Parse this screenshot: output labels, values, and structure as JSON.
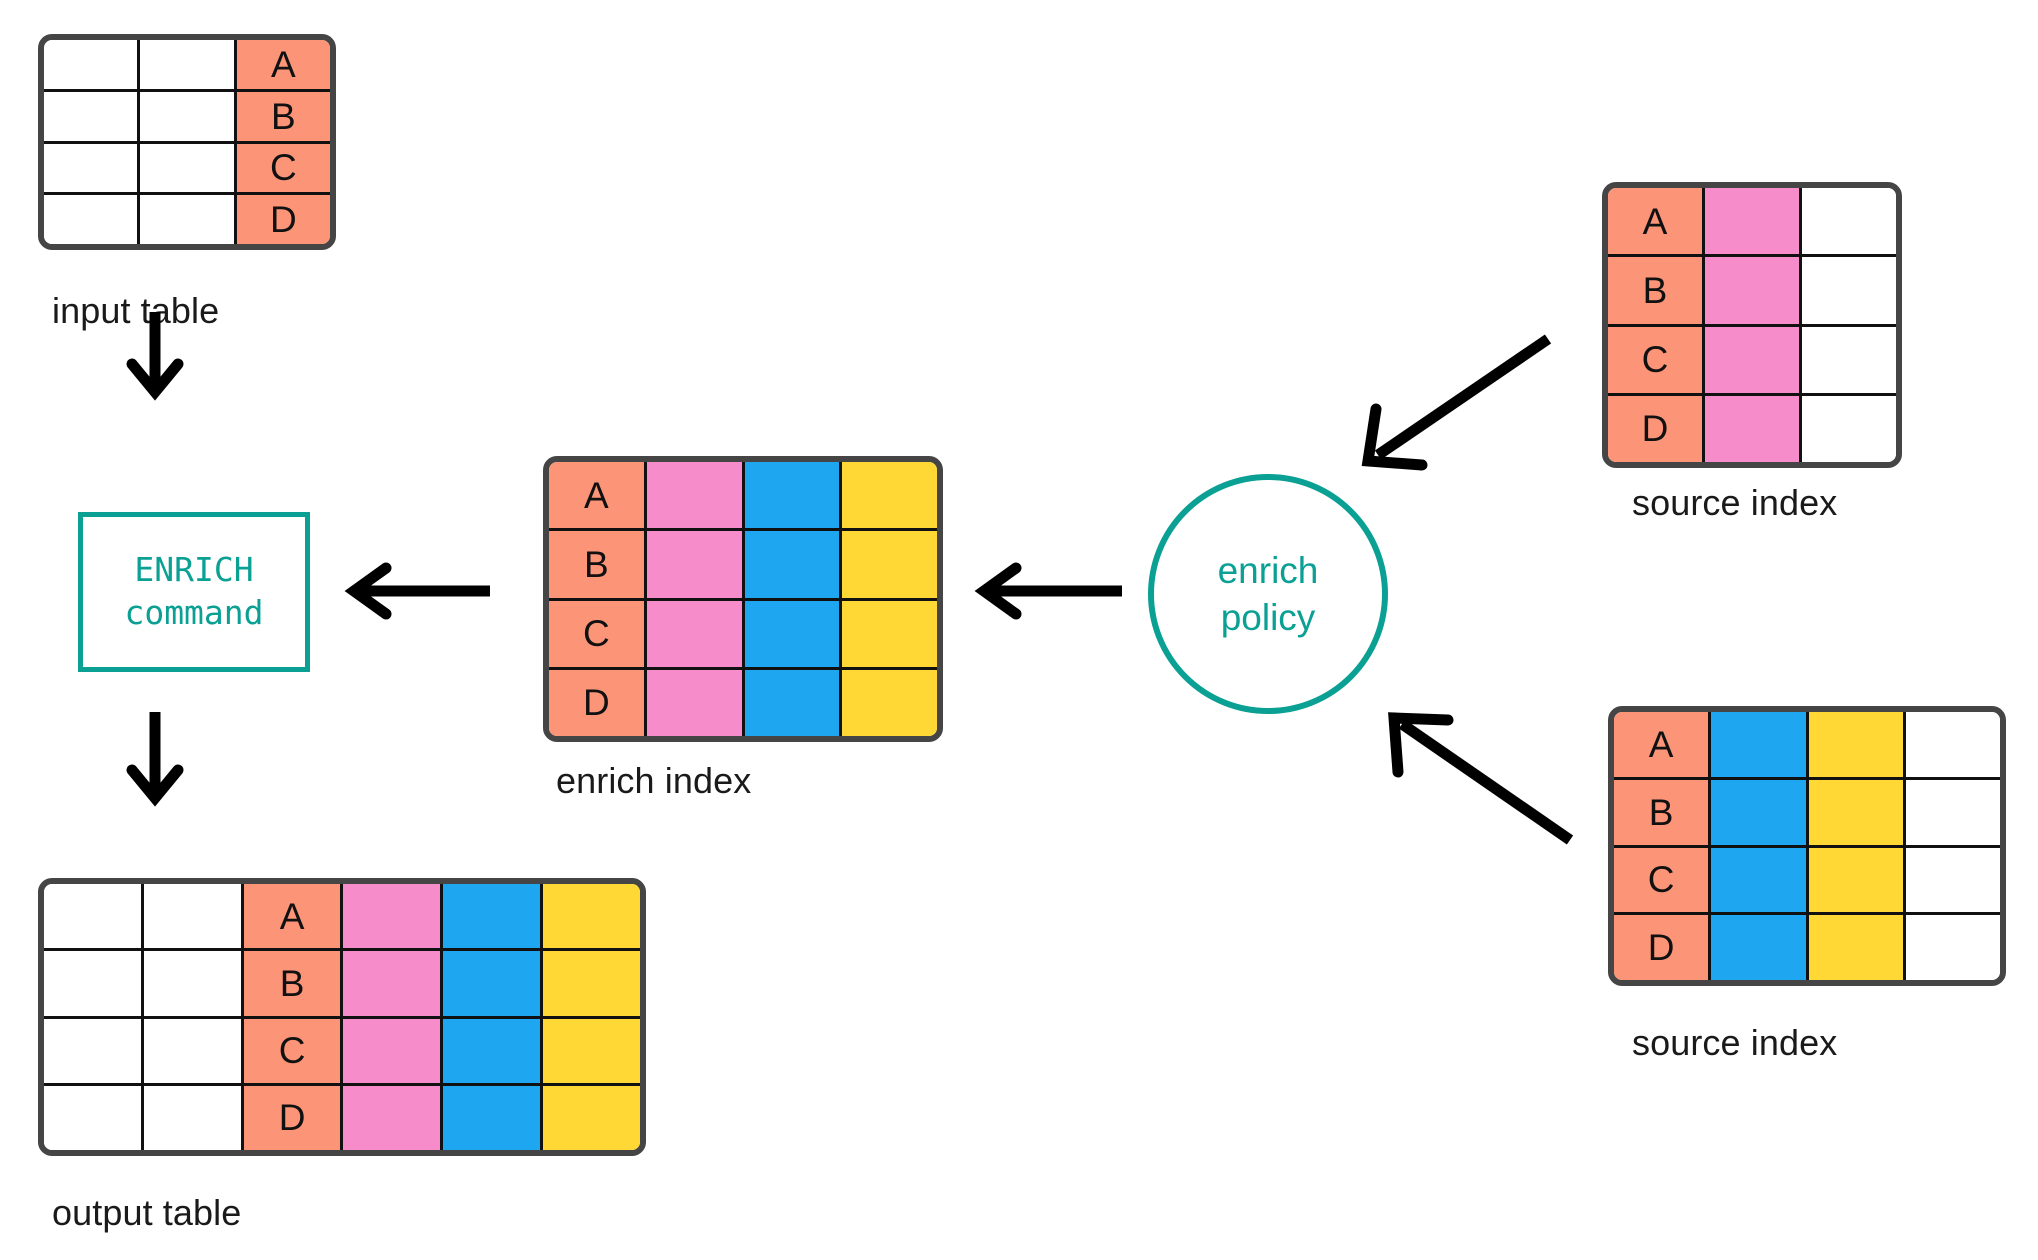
{
  "diagram": {
    "title": "ENRICH command data flow",
    "colors": {
      "salmon": "#fc9478",
      "pink": "#f78ccb",
      "blue": "#1ea7f0",
      "yellow": "#ffd836",
      "teal": "#0ba094",
      "border_dark": "#454545",
      "grid_line": "#111111",
      "arrow": "#000000",
      "background": "#ffffff"
    }
  },
  "input_table": {
    "caption": "input table",
    "columns": 3,
    "rows": [
      {
        "cells": [
          {
            "text": "",
            "color": "white"
          },
          {
            "text": "",
            "color": "white"
          },
          {
            "text": "A",
            "color": "salmon"
          }
        ]
      },
      {
        "cells": [
          {
            "text": "",
            "color": "white"
          },
          {
            "text": "",
            "color": "white"
          },
          {
            "text": "B",
            "color": "salmon"
          }
        ]
      },
      {
        "cells": [
          {
            "text": "",
            "color": "white"
          },
          {
            "text": "",
            "color": "white"
          },
          {
            "text": "C",
            "color": "salmon"
          }
        ]
      },
      {
        "cells": [
          {
            "text": "",
            "color": "white"
          },
          {
            "text": "",
            "color": "white"
          },
          {
            "text": "D",
            "color": "salmon"
          }
        ]
      }
    ]
  },
  "enrich_command": {
    "line1": "ENRICH",
    "line2": "command"
  },
  "enrich_index": {
    "caption": "enrich index",
    "columns": 4,
    "rows": [
      {
        "cells": [
          {
            "text": "A",
            "color": "salmon"
          },
          {
            "text": "",
            "color": "pink"
          },
          {
            "text": "",
            "color": "blue"
          },
          {
            "text": "",
            "color": "yellow"
          }
        ]
      },
      {
        "cells": [
          {
            "text": "B",
            "color": "salmon"
          },
          {
            "text": "",
            "color": "pink"
          },
          {
            "text": "",
            "color": "blue"
          },
          {
            "text": "",
            "color": "yellow"
          }
        ]
      },
      {
        "cells": [
          {
            "text": "C",
            "color": "salmon"
          },
          {
            "text": "",
            "color": "pink"
          },
          {
            "text": "",
            "color": "blue"
          },
          {
            "text": "",
            "color": "yellow"
          }
        ]
      },
      {
        "cells": [
          {
            "text": "D",
            "color": "salmon"
          },
          {
            "text": "",
            "color": "pink"
          },
          {
            "text": "",
            "color": "blue"
          },
          {
            "text": "",
            "color": "yellow"
          }
        ]
      }
    ]
  },
  "enrich_policy": {
    "line1": "enrich",
    "line2": "policy"
  },
  "source_index_top": {
    "caption": "source index",
    "columns": 3,
    "rows": [
      {
        "cells": [
          {
            "text": "A",
            "color": "salmon"
          },
          {
            "text": "",
            "color": "pink"
          },
          {
            "text": "",
            "color": "white"
          }
        ]
      },
      {
        "cells": [
          {
            "text": "B",
            "color": "salmon"
          },
          {
            "text": "",
            "color": "pink"
          },
          {
            "text": "",
            "color": "white"
          }
        ]
      },
      {
        "cells": [
          {
            "text": "C",
            "color": "salmon"
          },
          {
            "text": "",
            "color": "pink"
          },
          {
            "text": "",
            "color": "white"
          }
        ]
      },
      {
        "cells": [
          {
            "text": "D",
            "color": "salmon"
          },
          {
            "text": "",
            "color": "pink"
          },
          {
            "text": "",
            "color": "white"
          }
        ]
      }
    ]
  },
  "source_index_bottom": {
    "caption": "source index",
    "columns": 4,
    "rows": [
      {
        "cells": [
          {
            "text": "A",
            "color": "salmon"
          },
          {
            "text": "",
            "color": "blue"
          },
          {
            "text": "",
            "color": "yellow"
          },
          {
            "text": "",
            "color": "white"
          }
        ]
      },
      {
        "cells": [
          {
            "text": "B",
            "color": "salmon"
          },
          {
            "text": "",
            "color": "blue"
          },
          {
            "text": "",
            "color": "yellow"
          },
          {
            "text": "",
            "color": "white"
          }
        ]
      },
      {
        "cells": [
          {
            "text": "C",
            "color": "salmon"
          },
          {
            "text": "",
            "color": "blue"
          },
          {
            "text": "",
            "color": "yellow"
          },
          {
            "text": "",
            "color": "white"
          }
        ]
      },
      {
        "cells": [
          {
            "text": "D",
            "color": "salmon"
          },
          {
            "text": "",
            "color": "blue"
          },
          {
            "text": "",
            "color": "yellow"
          },
          {
            "text": "",
            "color": "white"
          }
        ]
      }
    ]
  },
  "output_table": {
    "caption": "output table",
    "columns": 6,
    "rows": [
      {
        "cells": [
          {
            "text": "",
            "color": "white"
          },
          {
            "text": "",
            "color": "white"
          },
          {
            "text": "A",
            "color": "salmon"
          },
          {
            "text": "",
            "color": "pink"
          },
          {
            "text": "",
            "color": "blue"
          },
          {
            "text": "",
            "color": "yellow"
          }
        ]
      },
      {
        "cells": [
          {
            "text": "",
            "color": "white"
          },
          {
            "text": "",
            "color": "white"
          },
          {
            "text": "B",
            "color": "salmon"
          },
          {
            "text": "",
            "color": "pink"
          },
          {
            "text": "",
            "color": "blue"
          },
          {
            "text": "",
            "color": "yellow"
          }
        ]
      },
      {
        "cells": [
          {
            "text": "",
            "color": "white"
          },
          {
            "text": "",
            "color": "white"
          },
          {
            "text": "C",
            "color": "salmon"
          },
          {
            "text": "",
            "color": "pink"
          },
          {
            "text": "",
            "color": "blue"
          },
          {
            "text": "",
            "color": "yellow"
          }
        ]
      },
      {
        "cells": [
          {
            "text": "",
            "color": "white"
          },
          {
            "text": "",
            "color": "white"
          },
          {
            "text": "D",
            "color": "salmon"
          },
          {
            "text": "",
            "color": "pink"
          },
          {
            "text": "",
            "color": "blue"
          },
          {
            "text": "",
            "color": "yellow"
          }
        ]
      }
    ]
  },
  "arrows": [
    {
      "name": "input-to-command-arrow",
      "direction": "down"
    },
    {
      "name": "command-to-output-arrow",
      "direction": "down"
    },
    {
      "name": "enrich-index-to-command-arrow",
      "direction": "left"
    },
    {
      "name": "policy-to-enrich-index-arrow",
      "direction": "left"
    },
    {
      "name": "source-index-top-to-policy-arrow",
      "direction": "down-left"
    },
    {
      "name": "source-index-bottom-to-policy-arrow",
      "direction": "up-left"
    }
  ]
}
